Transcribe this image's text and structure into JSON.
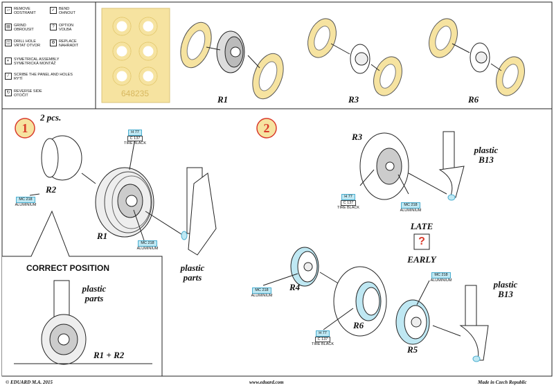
{
  "legend": [
    {
      "icon": "remove-icon",
      "label": "REMOVE\nODSTRANIT"
    },
    {
      "icon": "bend-icon",
      "label": "BEND\nOHNOUT"
    },
    {
      "icon": "grind-icon",
      "label": "GRIND\nOBROUSIT"
    },
    {
      "icon": "option-icon",
      "label": "OPTION\nVOLBA"
    },
    {
      "icon": "drill-hole-icon",
      "label": "DRILL HOLE\nVRTAT OTVOR"
    },
    {
      "icon": "replace-icon",
      "label": "REPLACE\nNAHRADIT"
    },
    {
      "icon": "symmetrical-assembly-icon",
      "label": "SYMETRICAL ASSEMBLY\nSYMETRICKÁ MONTÁŽ"
    },
    {
      "icon": "scribe-icon",
      "label": "SCRIBE THE PANEL AND HOLES\nRYTÍ"
    },
    {
      "icon": "reverse-side-icon",
      "label": "REVERSE SIDE\nOTOČIT"
    }
  ],
  "mask_sheet": {
    "code": "648235"
  },
  "top_wheels": [
    "R1",
    "R3",
    "R6"
  ],
  "step1": {
    "number": "1",
    "count": "2 pcs.",
    "r2_label": "R2",
    "r1_label": "R1",
    "callout_r2": {
      "code": "MC 218",
      "sub": "ALUMINIUM"
    },
    "callout_tire": {
      "code1": "H 77",
      "code2": "C 137",
      "sub": "TIRE BLACK"
    },
    "callout_hub": {
      "code": "MC 218",
      "sub": "ALUMINIUM"
    },
    "plastic_parts": "plastic\nparts"
  },
  "correct": {
    "title": "CORRECT POSITION",
    "plastic_parts": "plastic\nparts",
    "label": "R1 + R2"
  },
  "step2": {
    "number": "2",
    "r3_label": "R3",
    "r4_label": "R4",
    "r6_label": "R6",
    "r5_label": "R5",
    "plastic_b13_top": "plastic\nB13",
    "plastic_b13_bottom": "plastic\nB13",
    "late": "LATE",
    "early": "EARLY",
    "option_mark": "?",
    "callout_r3_tire": {
      "code1": "H 77",
      "code2": "C 137",
      "sub": "TIRE BLACK"
    },
    "callout_r3_hub": {
      "code": "MC 218",
      "sub": "ALUMINIUM"
    },
    "callout_r4": {
      "code": "MC 218",
      "sub": "ALUMINIUM"
    },
    "callout_r6": {
      "code1": "H 77",
      "code2": "C 137",
      "sub": "TIRE BLACK"
    },
    "callout_r5": {
      "code": "MC 218",
      "sub": "ALUMINIUM"
    }
  },
  "footer": {
    "left": "© EDUARD  M.A. 2015",
    "center": "www.eduard.com",
    "right": "Made in Czech Republic"
  },
  "colors": {
    "mask": "#f6e3a0",
    "paint_blue": "#bfe8f3",
    "accent_red": "#d93a2b"
  }
}
